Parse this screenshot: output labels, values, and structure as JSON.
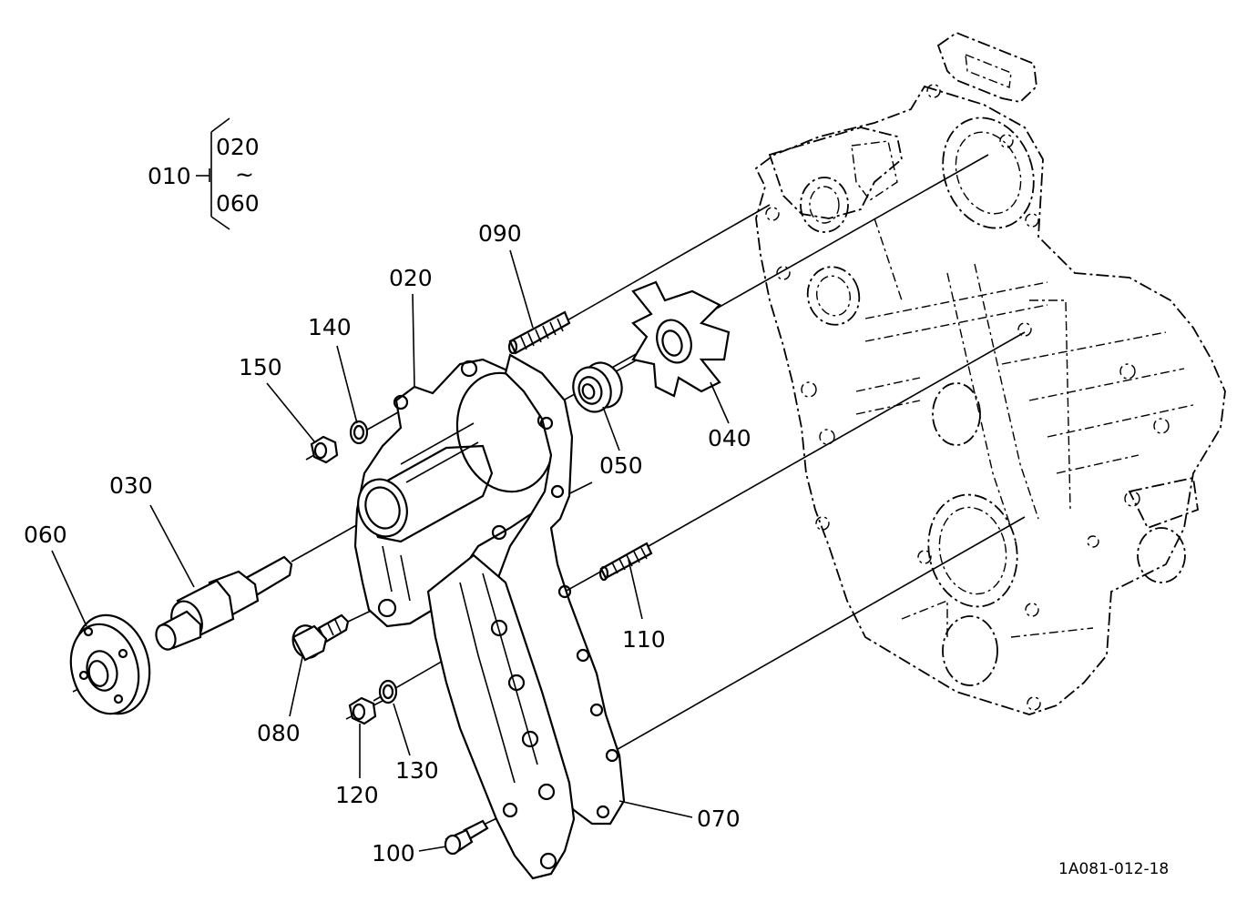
{
  "labels": {
    "p010": "010",
    "p020a": "020",
    "p020b": "020",
    "tilde": "~",
    "p060a": "060",
    "p060b": "060",
    "p030": "030",
    "p040": "040",
    "p050": "050",
    "p070": "070",
    "p080": "080",
    "p090": "090",
    "p100": "100",
    "p110": "110",
    "p120": "120",
    "p130": "130",
    "p140": "140",
    "p150": "150"
  },
  "drawing_code": "1A081-012-18"
}
